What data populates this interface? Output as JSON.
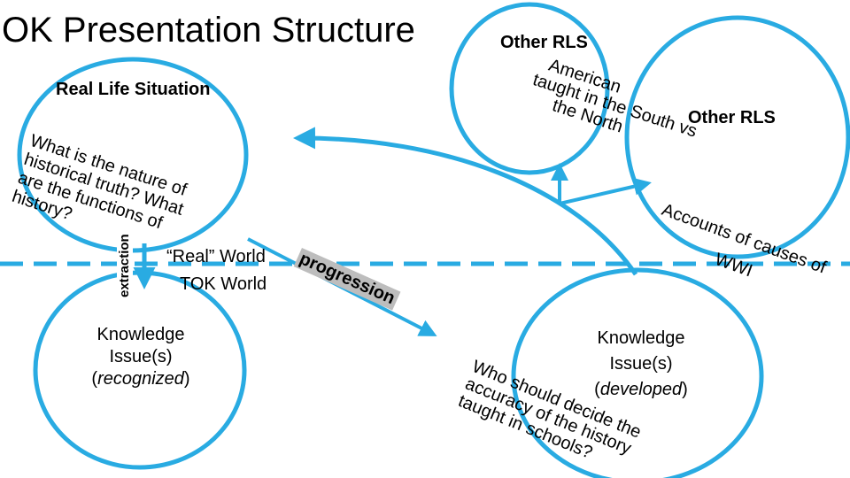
{
  "title": "OK Presentation Structure",
  "real_life_situation": "Real Life Situation",
  "other_rls_top": "Other RLS",
  "other_rls_right": "Other RLS",
  "rls_question": [
    "What is the nature of",
    "historical truth? What",
    "are the functions of",
    "history?"
  ],
  "civil_war": [
    "American",
    "taught in the South vs",
    "the North"
  ],
  "accounts": "Accounts of causes of",
  "ww1": "WWI",
  "extraction": "extraction",
  "real_world": "“Real” World",
  "progression": "progression",
  "tok_world": "TOK World",
  "ki_recognized": {
    "line1": "Knowledge",
    "line2": "Issue(s)",
    "open": "(",
    "emph": "recognized",
    "close": ")"
  },
  "ki_developed": {
    "line1": "Knowledge",
    "line2": "Issue(s)",
    "open": "(",
    "emph": "developed",
    "close": ")"
  },
  "accuracy_question": [
    "Who should decide the",
    "accuracy of the history",
    "taught in schools?"
  ],
  "colors": {
    "accent": "#29abe2",
    "text": "#000000",
    "tag_gray": "#bdbdbd"
  }
}
